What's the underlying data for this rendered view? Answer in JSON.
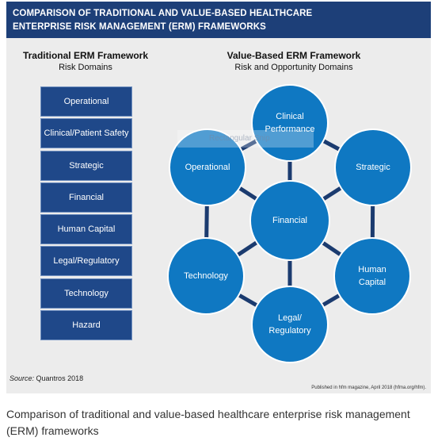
{
  "header": {
    "line1": "COMPARISON OF TRADITIONAL AND VALUE-BASED HEALTHCARE",
    "line2": "ENTERPRISE RISK MANAGEMENT (ERM) FRAMEWORKS"
  },
  "traditional": {
    "title": "Traditional ERM Framework",
    "subtitle": "Risk Domains",
    "items": [
      "Operational",
      "Clinical/Patient Safety",
      "Strategic",
      "Financial",
      "Human Capital",
      "Legal/Regulatory",
      "Technology",
      "Hazard"
    ]
  },
  "value_based": {
    "title": "Value-Based ERM Framework",
    "subtitle": "Risk and Opportunity Domains",
    "center": "Financial",
    "outer": [
      {
        "id": "clinical",
        "label": "Clinical\nPerformance"
      },
      {
        "id": "strategic",
        "label": "Strategic"
      },
      {
        "id": "human",
        "label": "Human\nCapital"
      },
      {
        "id": "legal",
        "label": "Legal/\nRegulatory"
      },
      {
        "id": "technology",
        "label": "Technology"
      },
      {
        "id": "operational",
        "label": "Operational"
      }
    ]
  },
  "watermark": "Rectangular Snip",
  "source": {
    "prefix": "Source:",
    "text": "Quantros 2018"
  },
  "published": "Published in hfm magazine, April 2018 (hfma.org/hfm).",
  "caption": "Comparison of traditional and value-based healthcare enterprise risk management (ERM) frameworks",
  "colors": {
    "header": "#1d3f78",
    "box": "#1f4889",
    "circle": "#0f78c2",
    "ring": "#1b3b6f",
    "background": "#ececec"
  }
}
